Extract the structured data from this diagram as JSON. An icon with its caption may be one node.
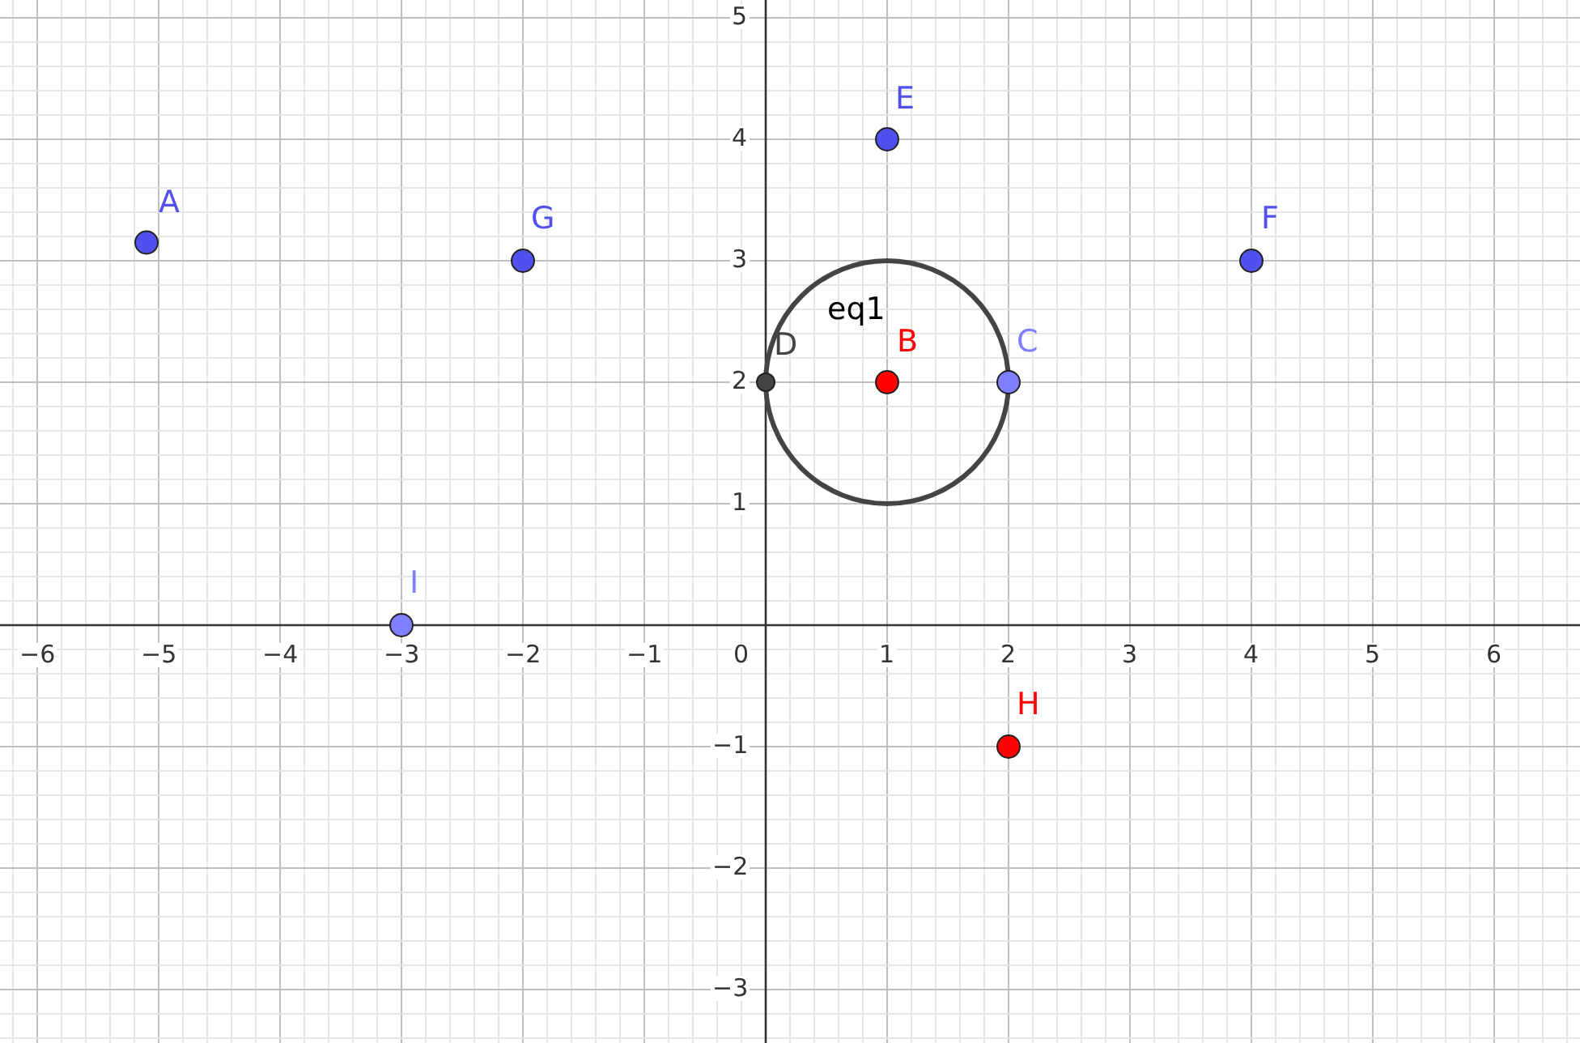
{
  "diagram": {
    "labels": [
      "−6",
      "−5",
      "−4",
      "−3",
      "−2",
      "−1",
      "0",
      "1",
      "2",
      "3",
      "4",
      "5",
      "6",
      "5",
      "4",
      "3",
      "2",
      "1",
      "−1",
      "−2",
      "−3",
      "A",
      "G",
      "E",
      "F",
      "eq1",
      "D",
      "B",
      "C",
      "I",
      "H"
    ]
  }
}
